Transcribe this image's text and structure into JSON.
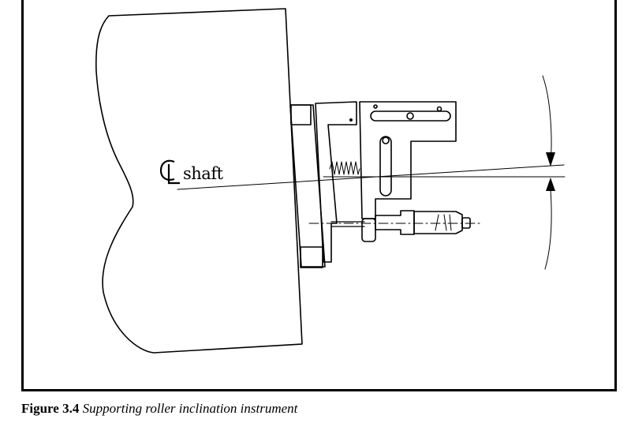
{
  "figure": {
    "number": "Figure 3.4",
    "caption": "Supporting roller inclination instrument"
  },
  "labels": {
    "shaft": "shaft"
  }
}
